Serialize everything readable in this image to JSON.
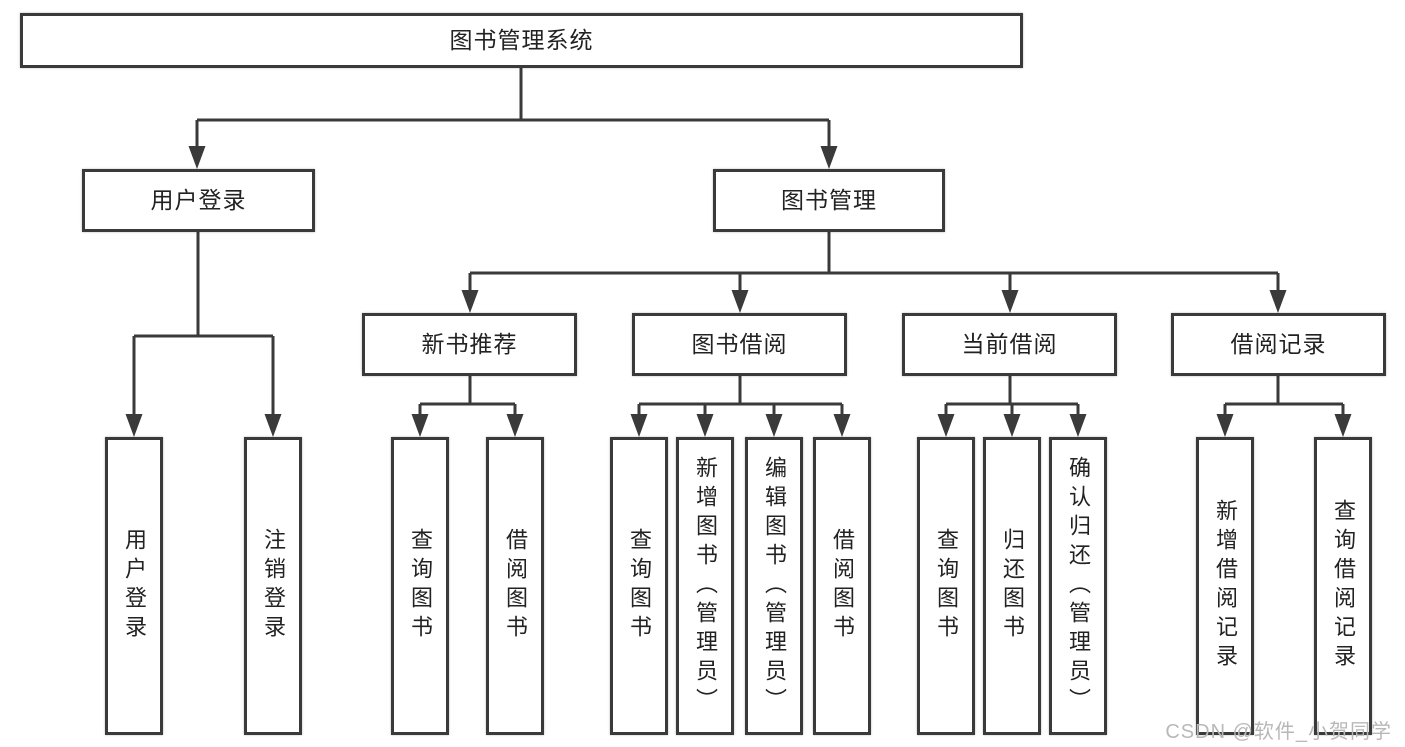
{
  "diagram": {
    "root": {
      "label": "图书管理系统"
    },
    "level1": [
      {
        "label": "用户登录"
      },
      {
        "label": "图书管理"
      }
    ],
    "level2": [
      {
        "label": "新书推荐"
      },
      {
        "label": "图书借阅"
      },
      {
        "label": "当前借阅"
      },
      {
        "label": "借阅记录"
      }
    ],
    "leaves": {
      "user_login": [
        {
          "label": "用户登录"
        },
        {
          "label": "注销登录"
        }
      ],
      "new_book_rec": [
        {
          "label": "查询图书"
        },
        {
          "label": "借阅图书"
        }
      ],
      "book_borrow": [
        {
          "label": "查询图书"
        },
        {
          "label": "新增图书（管理员）"
        },
        {
          "label": "编辑图书（管理员）"
        },
        {
          "label": "借阅图书"
        }
      ],
      "current_borrow": [
        {
          "label": "查询图书"
        },
        {
          "label": "归还图书"
        },
        {
          "label": "确认归还（管理员）"
        }
      ],
      "borrow_records": [
        {
          "label": "新增借阅记录"
        },
        {
          "label": "查询借阅记录"
        }
      ]
    }
  },
  "watermark": {
    "text": "CSDN @软件_小贺同学"
  },
  "colors": {
    "line": "#3a3a3a",
    "text": "#222222",
    "watermark": "#b8b8b8",
    "background": "#ffffff"
  }
}
